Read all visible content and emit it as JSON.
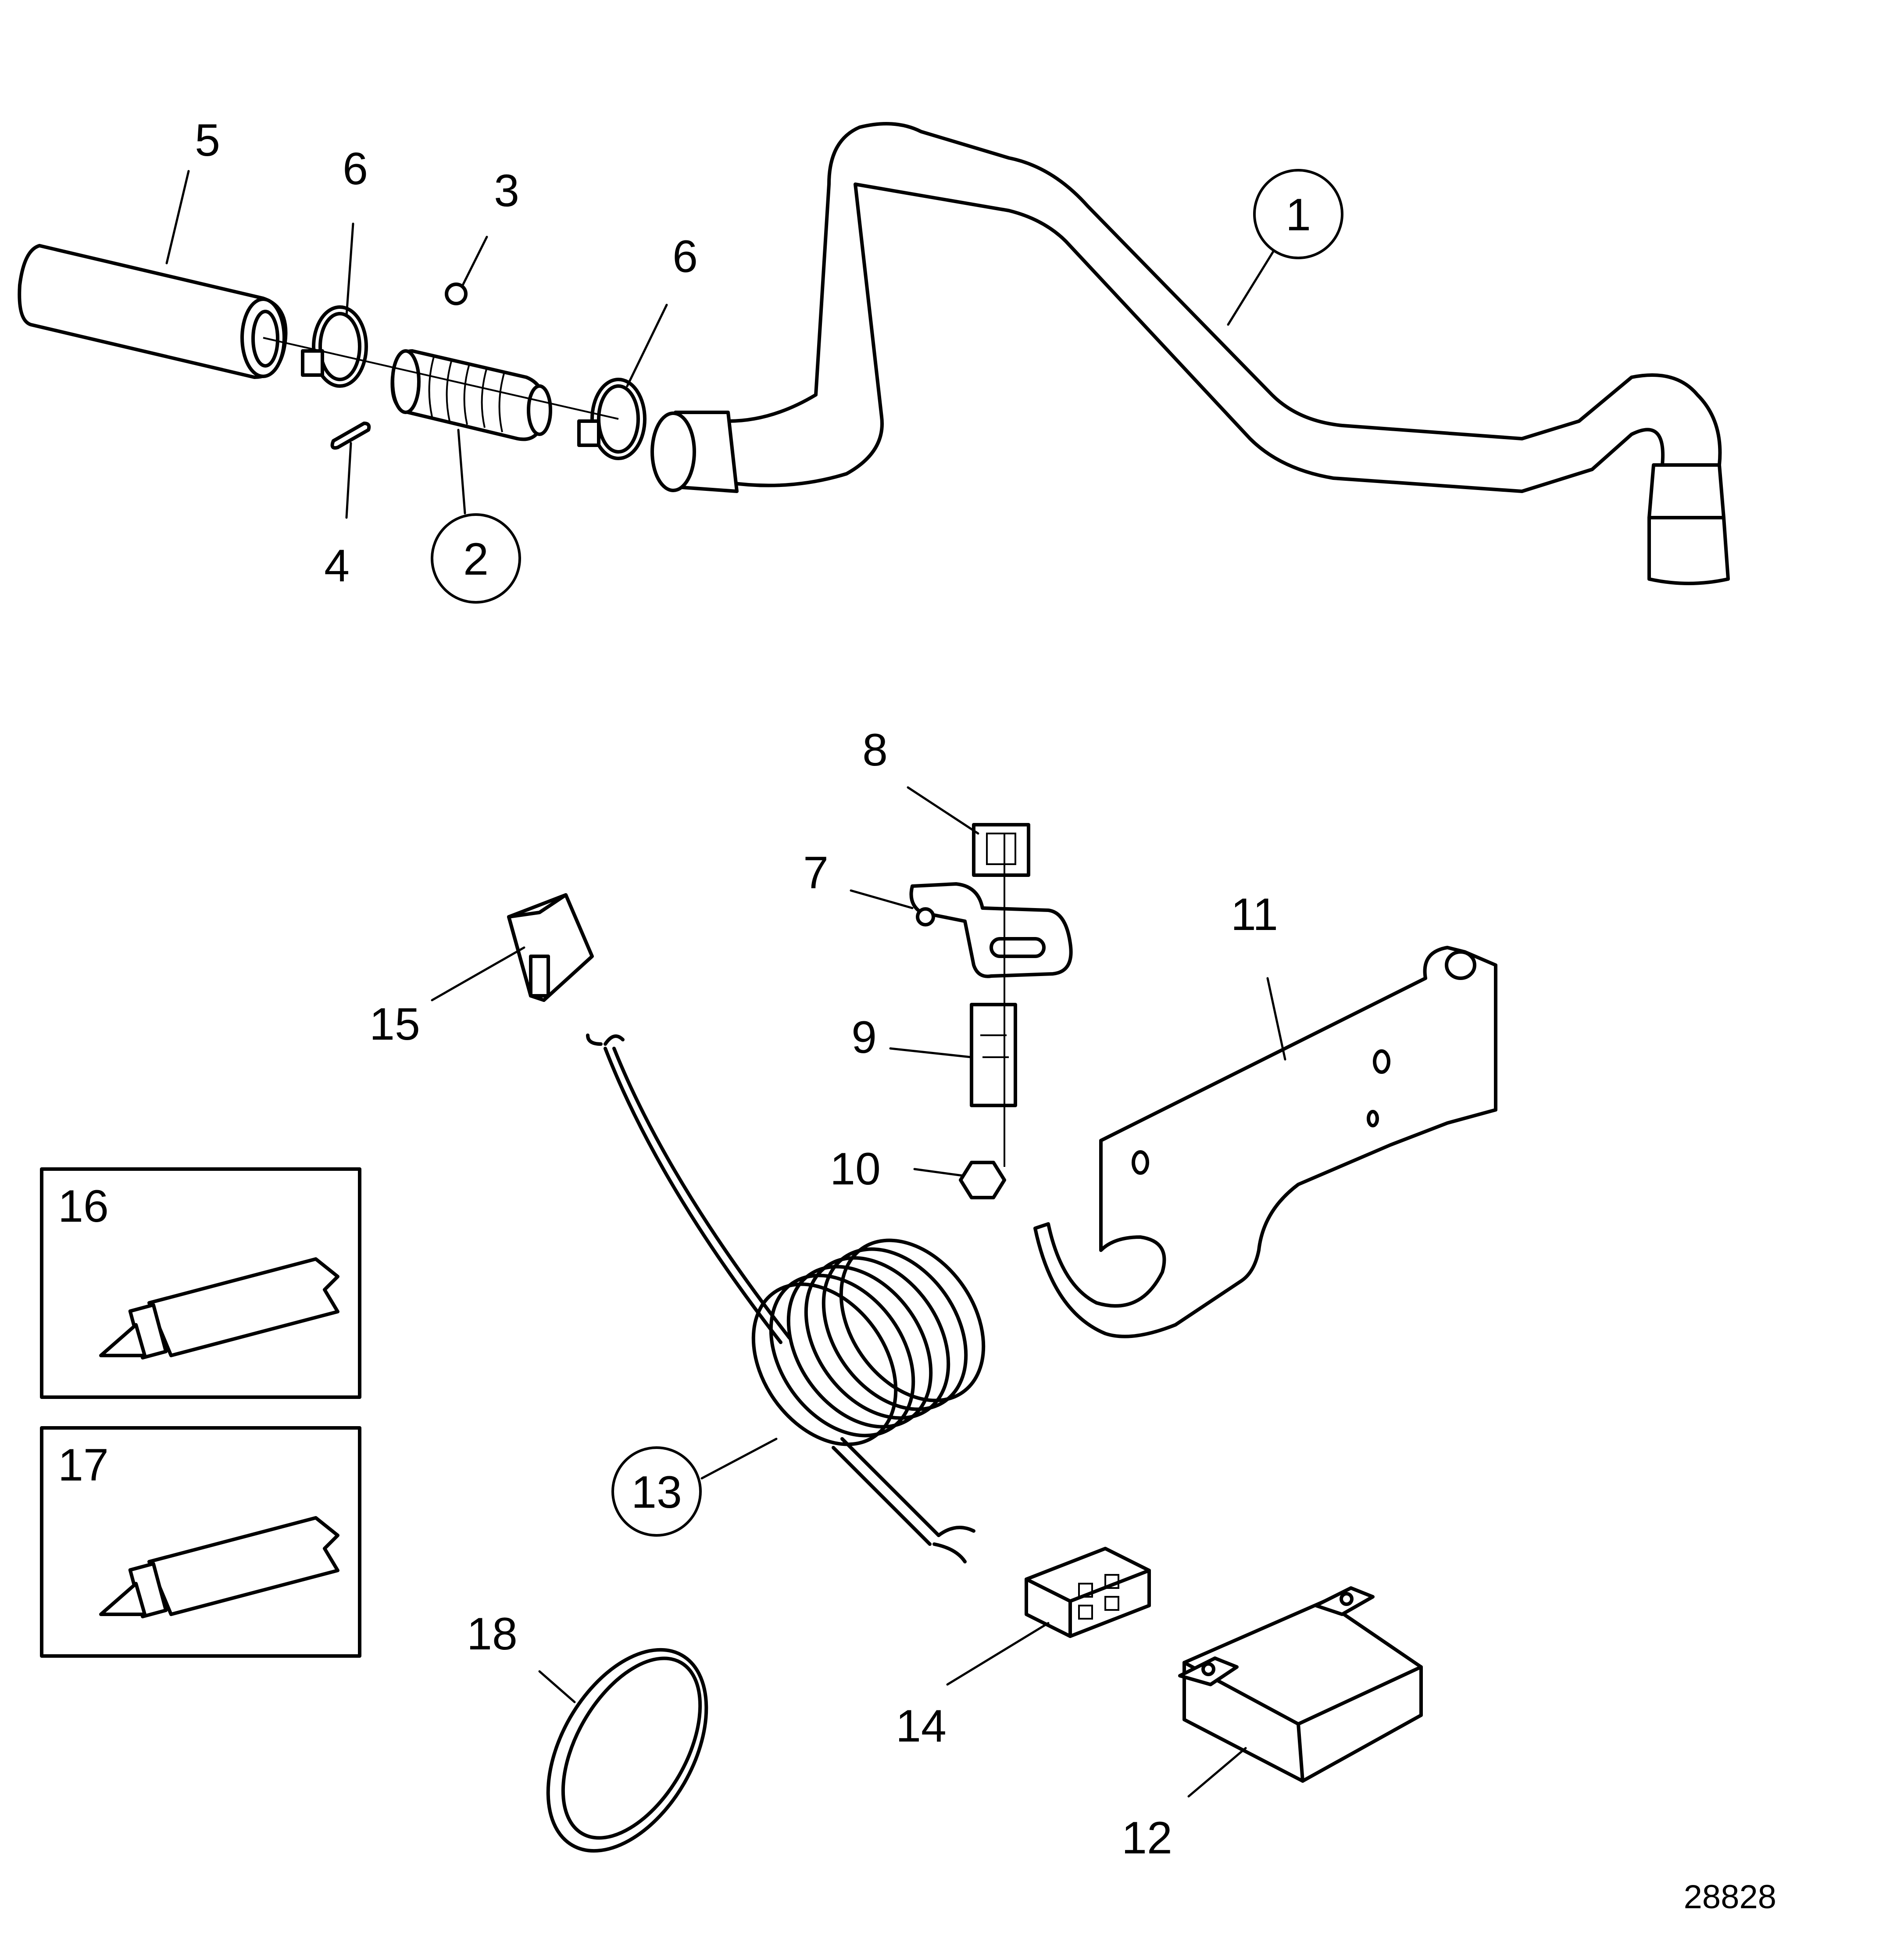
{
  "figure_number": "28828",
  "callouts": [
    {
      "id": "c1",
      "label": "1",
      "circled": true
    },
    {
      "id": "c2",
      "label": "2",
      "circled": true
    },
    {
      "id": "c3",
      "label": "3",
      "circled": false
    },
    {
      "id": "c4",
      "label": "4",
      "circled": false
    },
    {
      "id": "c5",
      "label": "5",
      "circled": false
    },
    {
      "id": "c6a",
      "label": "6",
      "circled": false
    },
    {
      "id": "c6b",
      "label": "6",
      "circled": false
    },
    {
      "id": "c7",
      "label": "7",
      "circled": false
    },
    {
      "id": "c8",
      "label": "8",
      "circled": false
    },
    {
      "id": "c9",
      "label": "9",
      "circled": false
    },
    {
      "id": "c10",
      "label": "10",
      "circled": false
    },
    {
      "id": "c11",
      "label": "11",
      "circled": false
    },
    {
      "id": "c12",
      "label": "12",
      "circled": false
    },
    {
      "id": "c13",
      "label": "13",
      "circled": true
    },
    {
      "id": "c14",
      "label": "14",
      "circled": false
    },
    {
      "id": "c15",
      "label": "15",
      "circled": false
    },
    {
      "id": "c16",
      "label": "16",
      "circled": false
    },
    {
      "id": "c17",
      "label": "17",
      "circled": false
    },
    {
      "id": "c18",
      "label": "18",
      "circled": false
    }
  ]
}
